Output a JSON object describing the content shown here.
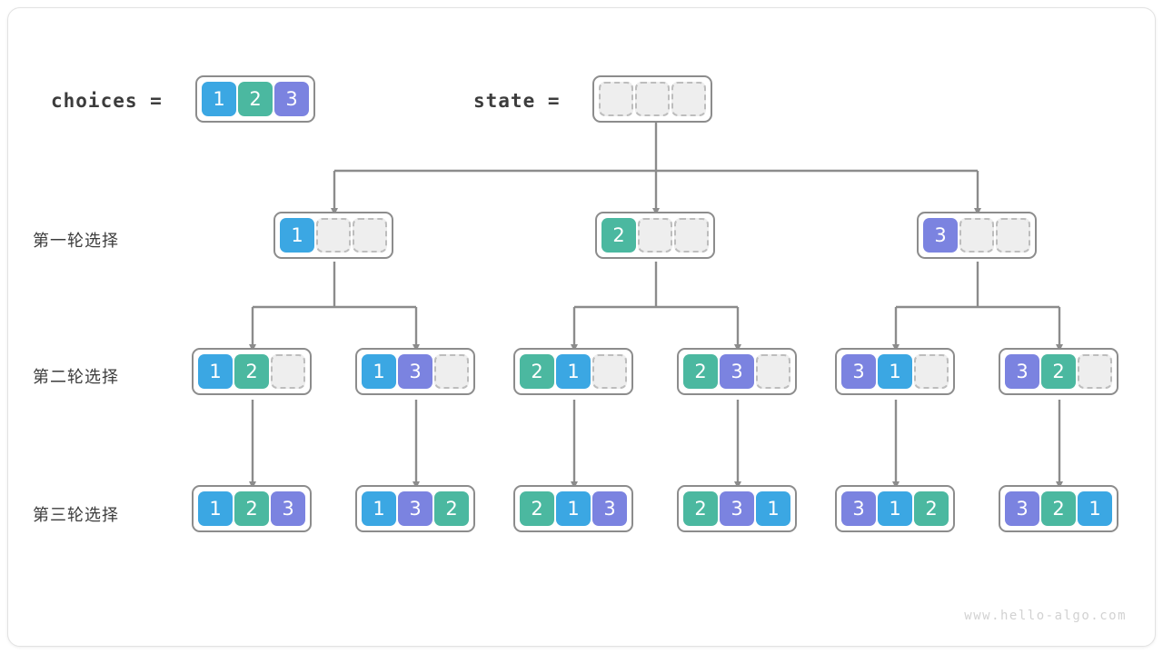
{
  "watermark": "www.hello-algo.com",
  "header": {
    "choices_label": "choices =",
    "state_label": "state ="
  },
  "palette": {
    "value_1": "#3ba7e3",
    "value_2": "#4bb8a0",
    "value_3": "#7b83e0",
    "empty_cell": "#eeeeee",
    "empty_border": "#bdbdbd",
    "box_border": "#8c8c8c",
    "connector": "#8c8c8c",
    "text": "#3c3c3c",
    "watermark": "#d2d2d2"
  },
  "choices": {
    "name": "choices",
    "cells": [
      "1",
      "2",
      "3"
    ]
  },
  "state": {
    "name": "state",
    "cells": [
      "",
      "",
      ""
    ]
  },
  "rows": [
    {
      "label": "第一轮选择",
      "nodes": [
        {
          "cells": [
            "1",
            "",
            ""
          ]
        },
        {
          "cells": [
            "2",
            "",
            ""
          ]
        },
        {
          "cells": [
            "3",
            "",
            ""
          ]
        }
      ]
    },
    {
      "label": "第二轮选择",
      "nodes": [
        {
          "cells": [
            "1",
            "2",
            ""
          ]
        },
        {
          "cells": [
            "1",
            "3",
            ""
          ]
        },
        {
          "cells": [
            "2",
            "1",
            ""
          ]
        },
        {
          "cells": [
            "2",
            "3",
            ""
          ]
        },
        {
          "cells": [
            "3",
            "1",
            ""
          ]
        },
        {
          "cells": [
            "3",
            "2",
            ""
          ]
        }
      ]
    },
    {
      "label": "第三轮选择",
      "nodes": [
        {
          "cells": [
            "1",
            "2",
            "3"
          ]
        },
        {
          "cells": [
            "1",
            "3",
            "2"
          ]
        },
        {
          "cells": [
            "2",
            "1",
            "3"
          ]
        },
        {
          "cells": [
            "2",
            "3",
            "1"
          ]
        },
        {
          "cells": [
            "3",
            "1",
            "2"
          ]
        },
        {
          "cells": [
            "3",
            "2",
            "1"
          ]
        }
      ]
    }
  ]
}
